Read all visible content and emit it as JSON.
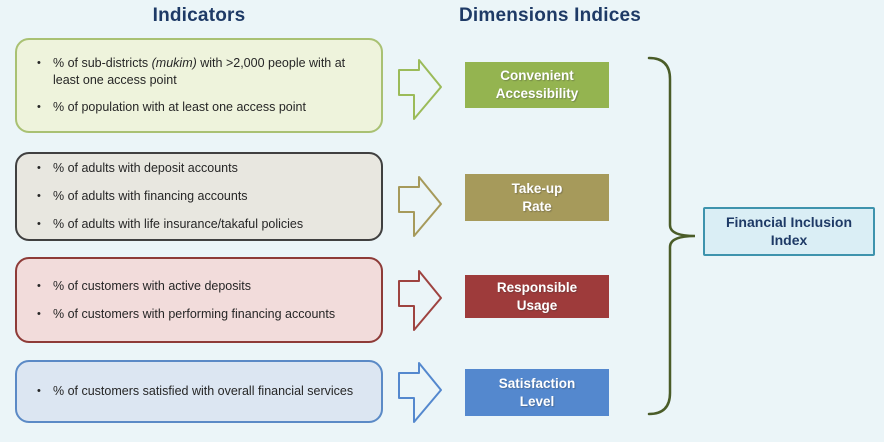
{
  "background_color": "#ebf5f8",
  "titles": {
    "left": "Indicators",
    "right": "Dimensions Indices",
    "color": "#1e3a66"
  },
  "rows": [
    {
      "indicator": {
        "bg": "#eef3dc",
        "border": "#a9c173",
        "bullets": [
          {
            "pre": "% of sub-districts ",
            "italic": "(mukim)",
            "post": " with >2,000 people with at least one access point"
          },
          {
            "text": "% of population with at least one access point"
          }
        ]
      },
      "arrow_color": "#9bbb59",
      "dimension": {
        "label": "Convenient\nAccessibility",
        "bg": "#94b450"
      }
    },
    {
      "indicator": {
        "bg": "#e8e7e0",
        "border": "#404040",
        "bullets": [
          {
            "text": "% of adults with deposit accounts"
          },
          {
            "text": "% of adults with financing accounts"
          },
          {
            "text": "% of adults with life insurance/takaful policies"
          }
        ]
      },
      "arrow_color": "#a69a5b",
      "dimension": {
        "label": "Take-up\nRate",
        "bg": "#a69a5b"
      }
    },
    {
      "indicator": {
        "bg": "#f2dcdb",
        "border": "#8e3b38",
        "bullets": [
          {
            "text": "% of customers with active deposits"
          },
          {
            "text": "% of customers with performing financing accounts"
          }
        ]
      },
      "arrow_color": "#9e4340",
      "dimension": {
        "label": "Responsible\nUsage",
        "bg": "#9e3b3b"
      }
    },
    {
      "indicator": {
        "bg": "#dce6f2",
        "border": "#5b8ac6",
        "bullets": [
          {
            "text": "% of customers satisfied with overall financial services"
          }
        ]
      },
      "arrow_color": "#5488ce",
      "dimension": {
        "label": "Satisfaction\nLevel",
        "bg": "#5488ce"
      }
    }
  ],
  "bracket": {
    "color": "#4a5c28"
  },
  "index_box": {
    "label": "Financial Inclusion\nIndex",
    "bg": "#daeef5",
    "border": "#3e93ad",
    "text_color": "#1e3a66"
  }
}
